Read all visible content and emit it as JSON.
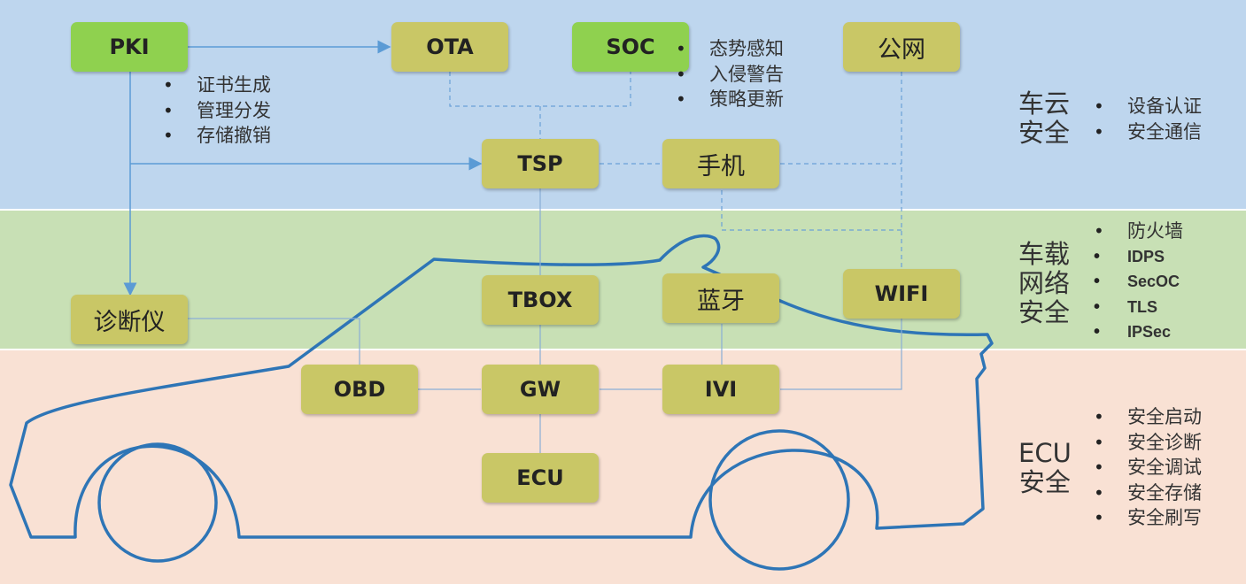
{
  "layers": {
    "cloud": "车云\n安全",
    "network": "车载\n网络\n安全",
    "ecu": "ECU\n安全"
  },
  "nodes": {
    "pki": "PKI",
    "ota": "OTA",
    "soc": "SOC",
    "public_network": "公网",
    "tsp": "TSP",
    "phone": "手机",
    "diagnostic_tool": "诊断仪",
    "tbox": "TBOX",
    "bluetooth": "蓝牙",
    "wifi": "WIFI",
    "obd": "OBD",
    "gw": "GW",
    "ivi": "IVI",
    "ecu": "ECU"
  },
  "pki_features": [
    "证书生成",
    "管理分发",
    "存储撤销"
  ],
  "soc_features": [
    "态势感知",
    "入侵警告",
    "策略更新"
  ],
  "cloud_security_items": [
    "设备认证",
    "安全通信"
  ],
  "network_security_items": [
    "防火墙",
    "IDPS",
    "SecOC",
    "TLS",
    "IPSec"
  ],
  "ecu_security_items": [
    "安全启动",
    "安全诊断",
    "安全调试",
    "安全存储",
    "安全刷写"
  ],
  "colors": {
    "cloud_band": "#bed6ee",
    "network_band": "#c8e0b5",
    "ecu_band": "#f9e1d4",
    "node_olive": "#c9c766",
    "node_green": "#8fd14f",
    "car_outline": "#2e75b6",
    "connector": "#5b9bd5"
  }
}
